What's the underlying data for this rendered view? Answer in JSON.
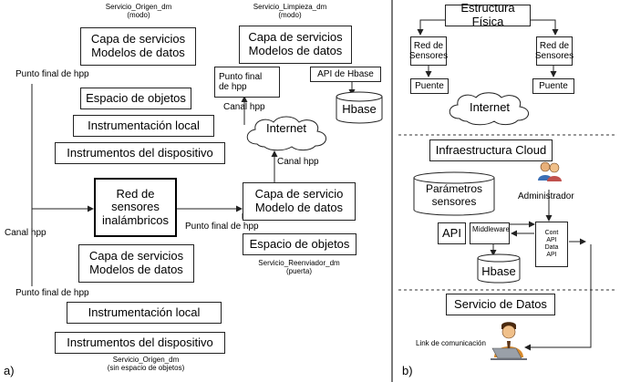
{
  "left": {
    "origen_top_caption": "Servicio_Origen_dm\n(modo)",
    "capa_servicios_top": "Capa de servicios\nModelos de datos",
    "punto_final_top": "Punto final de hpp",
    "espacio_objetos": "Espacio de objetos",
    "instrumentacion_local_top": "Instrumentación local",
    "instrumentos_dispositivo_top": "Instrumentos del dispositivo",
    "canal_hpp_left": "Canal hpp",
    "red_sensores": "Red de\nsensores\ninalámbricos",
    "capa_servicios_bottom": "Capa de servicios\nModelos de datos",
    "punto_final_bottom": "Punto final de hpp",
    "instrumentacion_local_bottom": "Instrumentación local",
    "instrumentos_dispositivo_bottom": "Instrumentos del dispositivo",
    "origen_bottom_caption": "Servicio_Origen_dm\n(sin espacio de objetos)",
    "limpieza_caption": "Servicio_Limpieza_dm\n(modo)",
    "capa_servicios_limpieza": "Capa de servicios\nModelos de datos",
    "punto_final_limpieza": "Punto final\nde hpp",
    "api_hbase": "API de Hbase",
    "hbase_left": "Hbase",
    "canal_hpp_top": "Canal hpp",
    "internet_left": "Internet",
    "canal_hpp_mid": "Canal hpp",
    "capa_servicio_reenviador": "Capa de servicio\nModelo de datos",
    "punto_final_reenviador": "Punto final de hpp",
    "espacio_objetos_reenviador": "Espacio de objetos",
    "reenviador_caption": "Servicio_Reenviador_dm\n(puerta)",
    "panel_label": "a)"
  },
  "right": {
    "estructura_fisica": "Estructura Física",
    "red_sensores_left": "Red de\nSensores",
    "red_sensores_right": "Red de\nSensores",
    "puente_left": "Puente",
    "puente_right": "Puente",
    "internet": "Internet",
    "infraestructura_cloud": "Infraestructura Cloud",
    "parametros_sensores": "Parámetros\nsensores",
    "administrador": "Administrador",
    "api": "API",
    "middleware": "Middleware",
    "cont_data_api": "Cont\nAPI\nData\nAPI",
    "hbase": "Hbase",
    "servicio_datos": "Servicio de Datos",
    "link_comunicacion": "Link de comunicación",
    "panel_label": "b)"
  }
}
